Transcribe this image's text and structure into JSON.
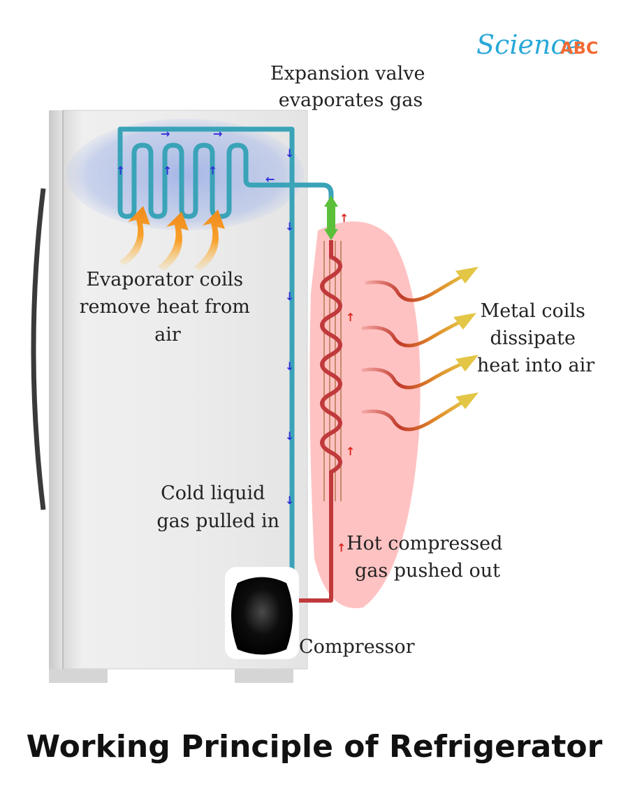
{
  "logo": {
    "script": "Science",
    "caps": "ABC"
  },
  "labels": {
    "expansion_valve": [
      "Expansion valve",
      "evaporates gas"
    ],
    "evaporator": [
      "Evaporator coils",
      "remove heat from",
      "air"
    ],
    "metal_coils": [
      "Metal coils",
      "dissipate",
      "heat into air"
    ],
    "cold_liquid": [
      "Cold liquid",
      "gas pulled in"
    ],
    "hot_gas": [
      "Hot compressed",
      "gas pushed out"
    ],
    "compressor": "Compressor"
  },
  "title": "Working Principle of Refrigerator",
  "colors": {
    "cold_pipe": "#3aa3b8",
    "hot_pipe": "#c0393b",
    "valve": "#5cbf3a",
    "flow_arrow_cold": "#2f2fd9",
    "flow_arrow_hot": "#d8281e",
    "logo_script": "#2aa8d8",
    "logo_caps": "#f26b35"
  }
}
